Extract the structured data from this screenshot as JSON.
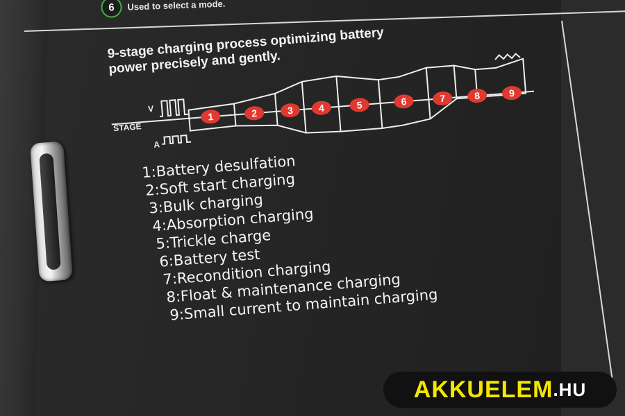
{
  "mode_note": {
    "badge": "6",
    "text": "Used to select a mode."
  },
  "headline": {
    "line1": "9-stage charging process optimizing battery",
    "line2": "power precisely and gently."
  },
  "diagram": {
    "label_v": "V",
    "label_stage": "STAGE",
    "label_a": "A",
    "stage_numbers": [
      "1",
      "2",
      "3",
      "4",
      "5",
      "6",
      "7",
      "8",
      "9"
    ],
    "marker_color": "#e03a30"
  },
  "stages": [
    "1:Battery desulfation",
    "2:Soft start charging",
    "3:Bulk charging",
    "4:Absorption charging",
    "5:Trickle charge",
    "6:Battery test",
    "7:Recondition charging",
    "8:Float & maintenance charging",
    "9:Small current to maintain charging"
  ],
  "watermark": {
    "main": "AKKUELEM",
    "tld": ".HU",
    "color": "#f3e600"
  }
}
